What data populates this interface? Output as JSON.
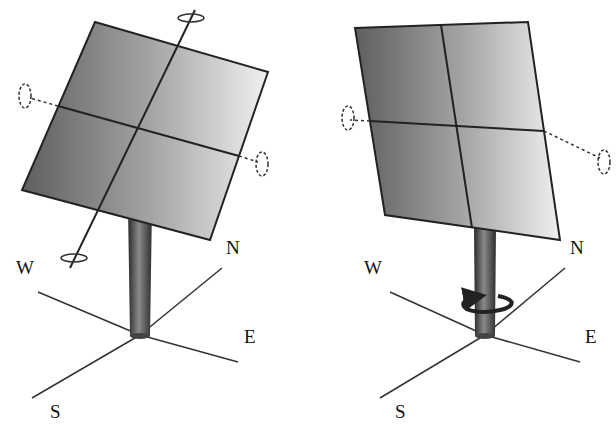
{
  "diagram": {
    "labels": [
      "W",
      "N",
      "E",
      "S",
      "W",
      "N",
      "E",
      "S"
    ]
  }
}
